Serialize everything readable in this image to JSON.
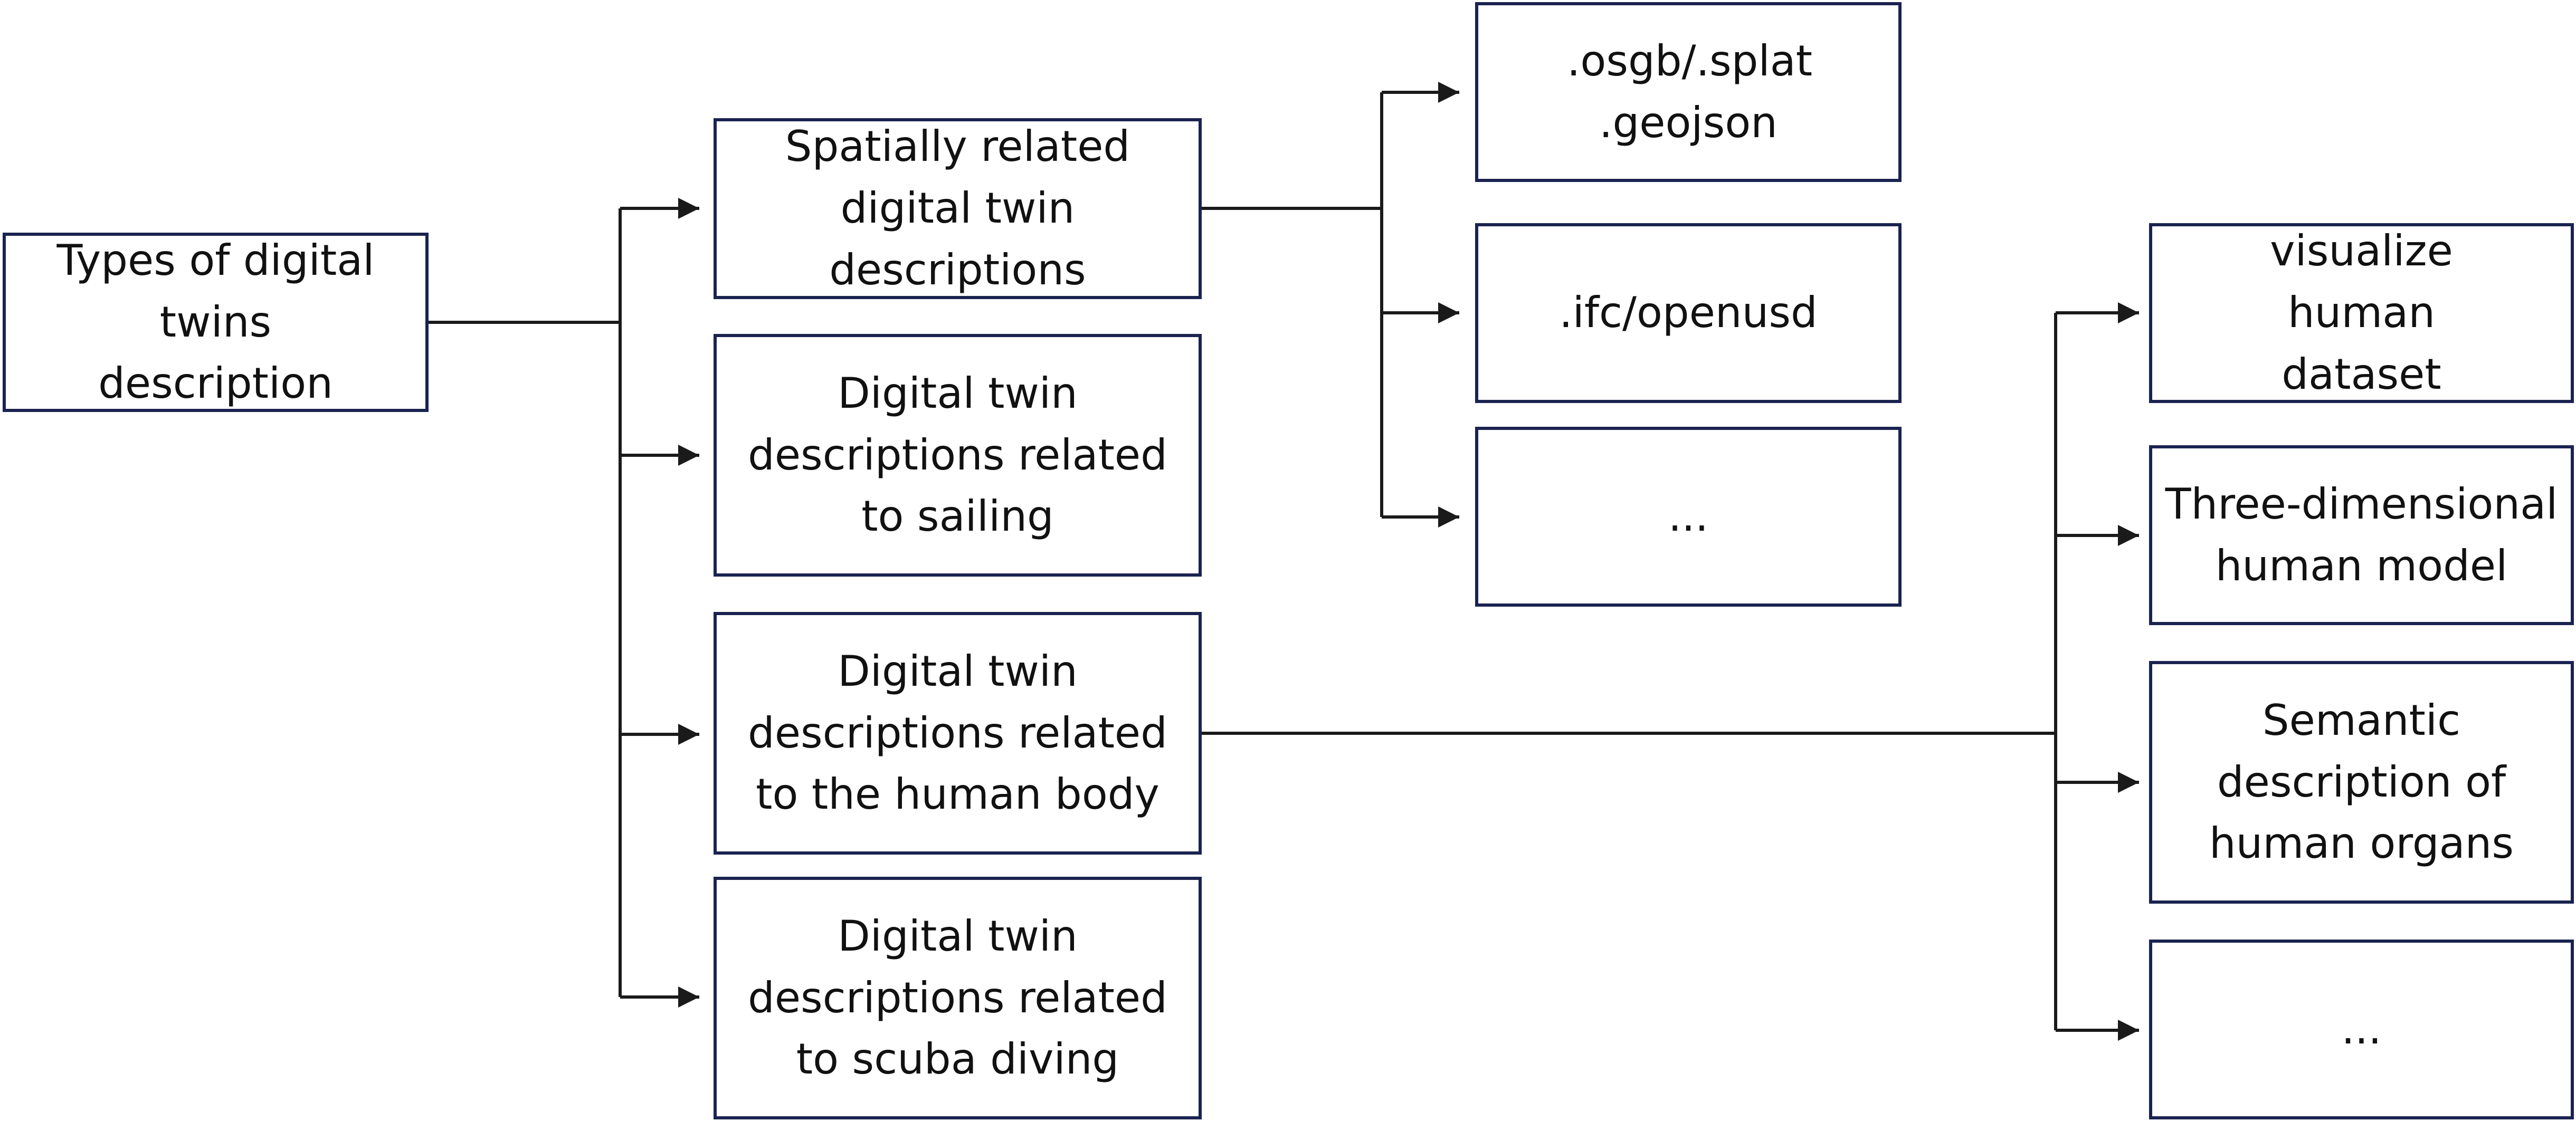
{
  "diagram": {
    "root": {
      "label": "Types of digital twins description"
    },
    "level1": [
      {
        "label": "Spatially related digital twin descriptions"
      },
      {
        "label": "Digital twin descriptions related to sailing"
      },
      {
        "label": "Digital twin descriptions related to the human body"
      },
      {
        "label": "Digital twin descriptions related to scuba diving"
      }
    ],
    "spatial_children": [
      {
        "label": ".osgb/.splat .geojson"
      },
      {
        "label": ".ifc/openusd"
      },
      {
        "label": "..."
      }
    ],
    "human_children": [
      {
        "label": "visualize human dataset"
      },
      {
        "label": "Three-dimensional human model"
      },
      {
        "label": "Semantic description of human organs"
      },
      {
        "label": "..."
      }
    ],
    "colors": {
      "box_border": "#1a2350",
      "connector": "#1a1a1a"
    }
  }
}
